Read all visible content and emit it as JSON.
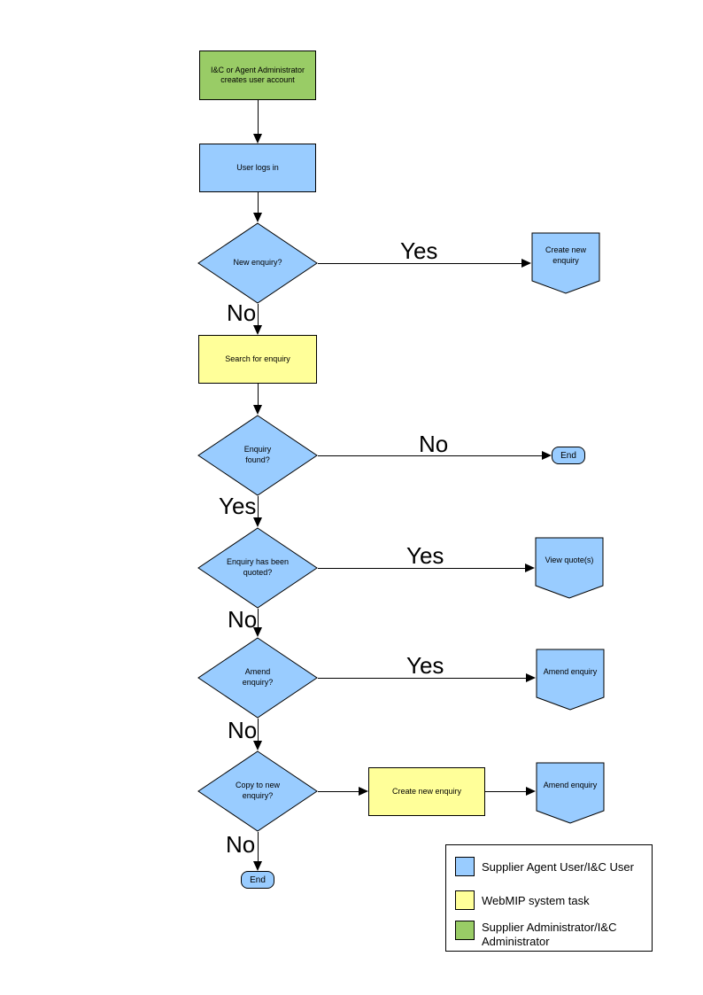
{
  "colors": {
    "user": "#99CCFF",
    "system": "#FFFF99",
    "admin": "#99CC66"
  },
  "flowchart": {
    "admin_create": "I&C or Agent Administrator creates user account",
    "user_login": "User logs in",
    "new_enquiry": "New enquiry?",
    "create_new_enquiry_ref": "Create new enquiry",
    "search_for_enquiry": "Search for enquiry",
    "enquiry_found": "Enquiry found?",
    "end_top": "End",
    "enquiry_quoted": "Enquiry has been quoted?",
    "view_quotes": "View quote(s)",
    "amend_enquiry_decision": "Amend enquiry?",
    "amend_enquiry_ref_1": "Amend enquiry",
    "copy_to_new_enquiry": "Copy to new enquiry?",
    "create_new_enquiry_task": "Create new enquiry",
    "amend_enquiry_ref_2": "Amend enquiry",
    "end_bottom": "End"
  },
  "edge_labels": {
    "yes_new_enquiry": "Yes",
    "no_new_enquiry": "No",
    "no_enquiry_found": "No",
    "yes_enquiry_found": "Yes",
    "yes_quoted": "Yes",
    "no_quoted": "No",
    "yes_amend": "Yes",
    "no_amend": "No",
    "no_copy": "No"
  },
  "legend": {
    "items": [
      {
        "color_key": "user",
        "label": "Supplier Agent User/I&C User"
      },
      {
        "color_key": "system",
        "label": "WebMIP system task"
      },
      {
        "color_key": "admin",
        "label": "Supplier Administrator/I&C Administrator"
      }
    ]
  }
}
